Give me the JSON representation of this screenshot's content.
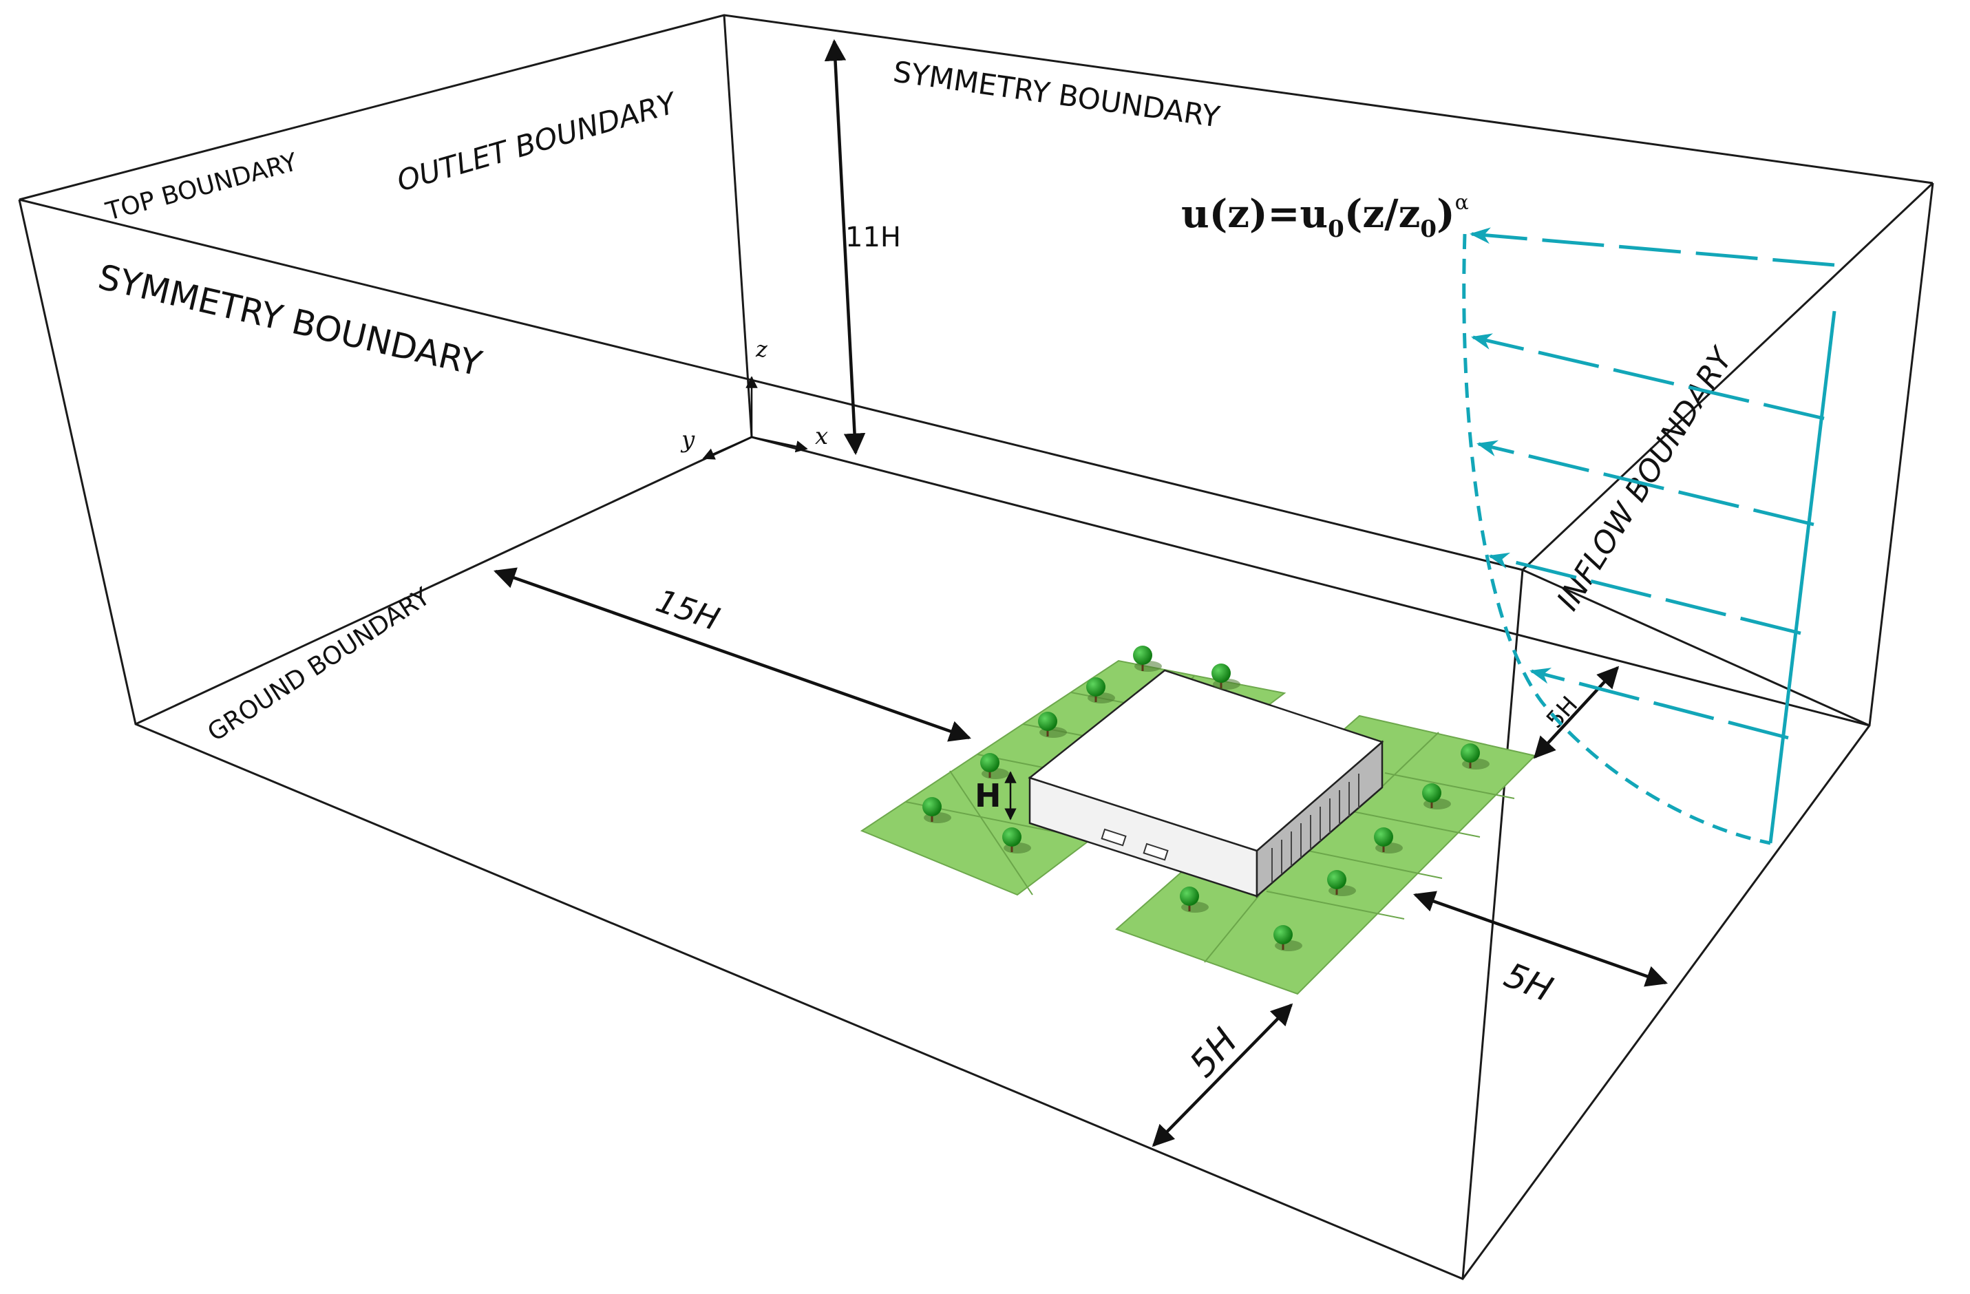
{
  "labels": {
    "top_boundary": "TOP BOUNDARY",
    "outlet_boundary": "OUTLET BOUNDARY",
    "symmetry_boundary_back": "SYMMETRY BOUNDARY",
    "symmetry_boundary_left": "SYMMETRY BOUNDARY",
    "inflow_boundary": "INFLOW BOUNDARY",
    "ground_boundary": "GROUND BOUNDARY"
  },
  "dimensions": {
    "height_domain": "11H",
    "upstream_length": "15H",
    "lateral_gap_front": "5H",
    "lateral_gap_right": "5H",
    "inflow_gap": "5H",
    "building_height": "H"
  },
  "axes": {
    "x": "x",
    "y": "y",
    "z": "z"
  },
  "formula": {
    "lhs": "u(z)=u",
    "sub0": "0",
    "mid": "(z/z",
    "sub1": "0",
    "close": ")",
    "exponent": "α"
  },
  "colors": {
    "inflow_profile": "#12a6b8",
    "vegetation": "#8fcf6a",
    "tree": "#1a9a1a",
    "building": "#ffffff",
    "building_side": "#b8b8b8"
  }
}
